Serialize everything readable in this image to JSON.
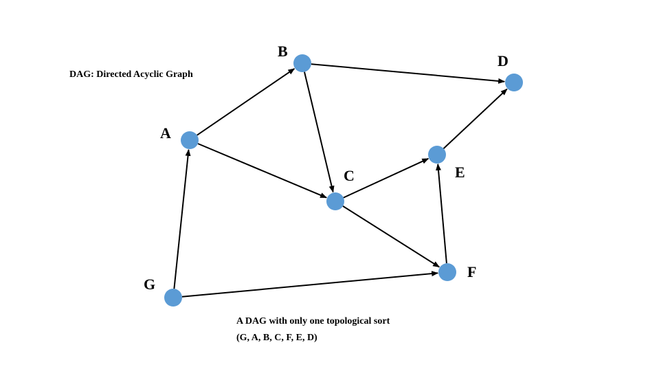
{
  "title": "DAG: Directed Acyclic Graph",
  "caption": {
    "line1": "A DAG with only one topological sort",
    "line2": "(G, A, B, C, F, E, D)"
  },
  "colors": {
    "node_fill": "#5b9bd5",
    "edge": "#000000",
    "text": "#000000"
  },
  "nodes": [
    {
      "id": "A",
      "label": "A"
    },
    {
      "id": "B",
      "label": "B"
    },
    {
      "id": "C",
      "label": "C"
    },
    {
      "id": "D",
      "label": "D"
    },
    {
      "id": "E",
      "label": "E"
    },
    {
      "id": "F",
      "label": "F"
    },
    {
      "id": "G",
      "label": "G"
    }
  ],
  "edges": [
    {
      "from": "A",
      "to": "B"
    },
    {
      "from": "A",
      "to": "C"
    },
    {
      "from": "B",
      "to": "D"
    },
    {
      "from": "B",
      "to": "C"
    },
    {
      "from": "C",
      "to": "E"
    },
    {
      "from": "C",
      "to": "F"
    },
    {
      "from": "E",
      "to": "D"
    },
    {
      "from": "F",
      "to": "E"
    },
    {
      "from": "G",
      "to": "A"
    },
    {
      "from": "G",
      "to": "F"
    }
  ]
}
